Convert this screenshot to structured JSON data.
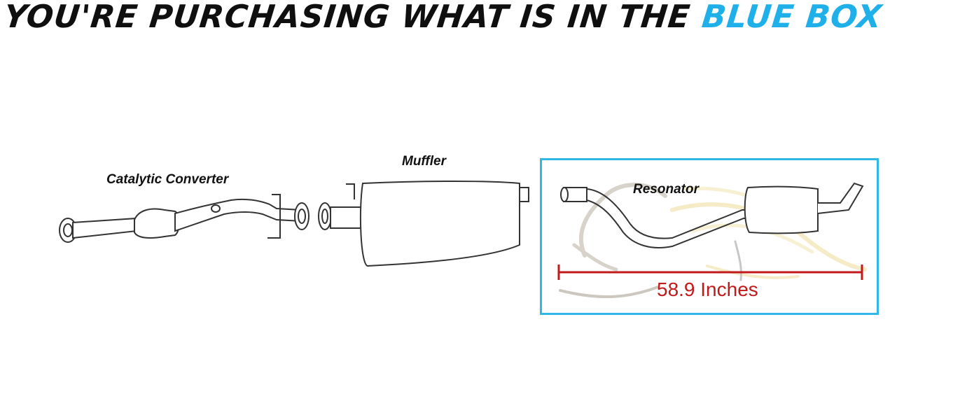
{
  "headline": {
    "main_text": "YOU'RE PURCHASING WHAT IS IN THE ",
    "accent_text": "BLUE BOX",
    "accent_color": "#1fb0ea"
  },
  "parts": {
    "catalytic_converter": "Catalytic Converter",
    "muffler": "Muffler",
    "resonator": "Resonator"
  },
  "measurement": {
    "label": "58.9 Inches",
    "color": "#c01a1a"
  },
  "highlight_box": {
    "color": "#2fb7e6"
  }
}
